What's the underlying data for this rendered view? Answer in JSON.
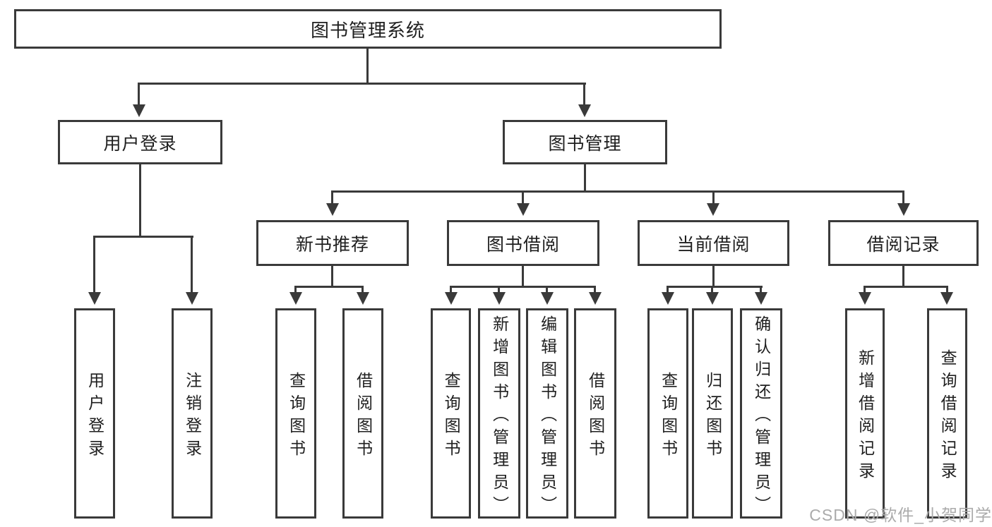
{
  "colors": {
    "line": "#3a3a3a",
    "text": "#1f1f1f",
    "watermark": "#ababab"
  },
  "watermark": "CSDN @软件_小贺同学",
  "tree": {
    "root": "图书管理系统",
    "login": {
      "label": "用户登录",
      "children": [
        "用户登录",
        "注销登录"
      ]
    },
    "manage": {
      "label": "图书管理",
      "groups": [
        {
          "label": "新书推荐",
          "children": [
            "查询图书",
            "借阅图书"
          ]
        },
        {
          "label": "图书借阅",
          "children": [
            "查询图书",
            "新增图书（管理员）",
            "编辑图书（管理员）",
            "借阅图书"
          ]
        },
        {
          "label": "当前借阅",
          "children": [
            "查询图书",
            "归还图书",
            "确认归还（管理员）"
          ]
        },
        {
          "label": "借阅记录",
          "children": [
            "新增借阅记录",
            "查询借阅记录"
          ]
        }
      ]
    }
  }
}
